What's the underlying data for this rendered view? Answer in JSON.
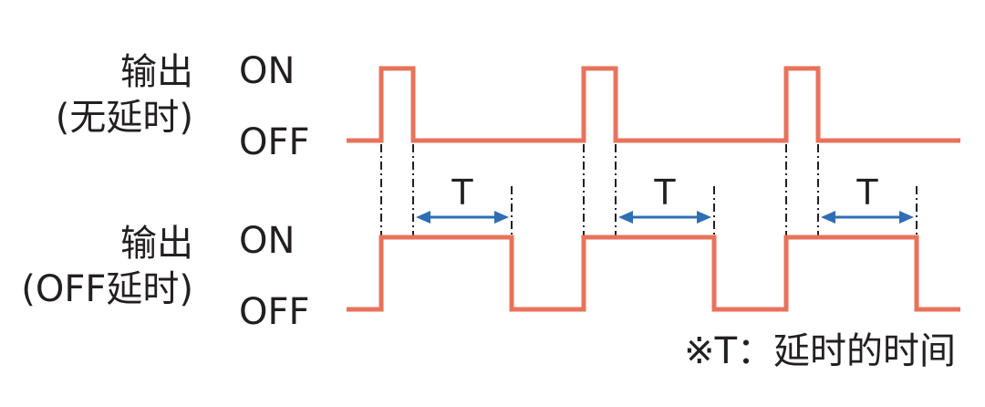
{
  "rows": [
    {
      "line1": "输出",
      "line2": "(无延时)",
      "on_label": "ON",
      "off_label": "OFF"
    },
    {
      "line1": "输出",
      "line2": "(OFF延时)",
      "on_label": "ON",
      "off_label": "OFF"
    }
  ],
  "delay_label": "T",
  "note": "※T：延时的时间",
  "colors": {
    "signal": "#e8735a",
    "arrow": "#2f6db5",
    "text": "#231f20"
  }
}
